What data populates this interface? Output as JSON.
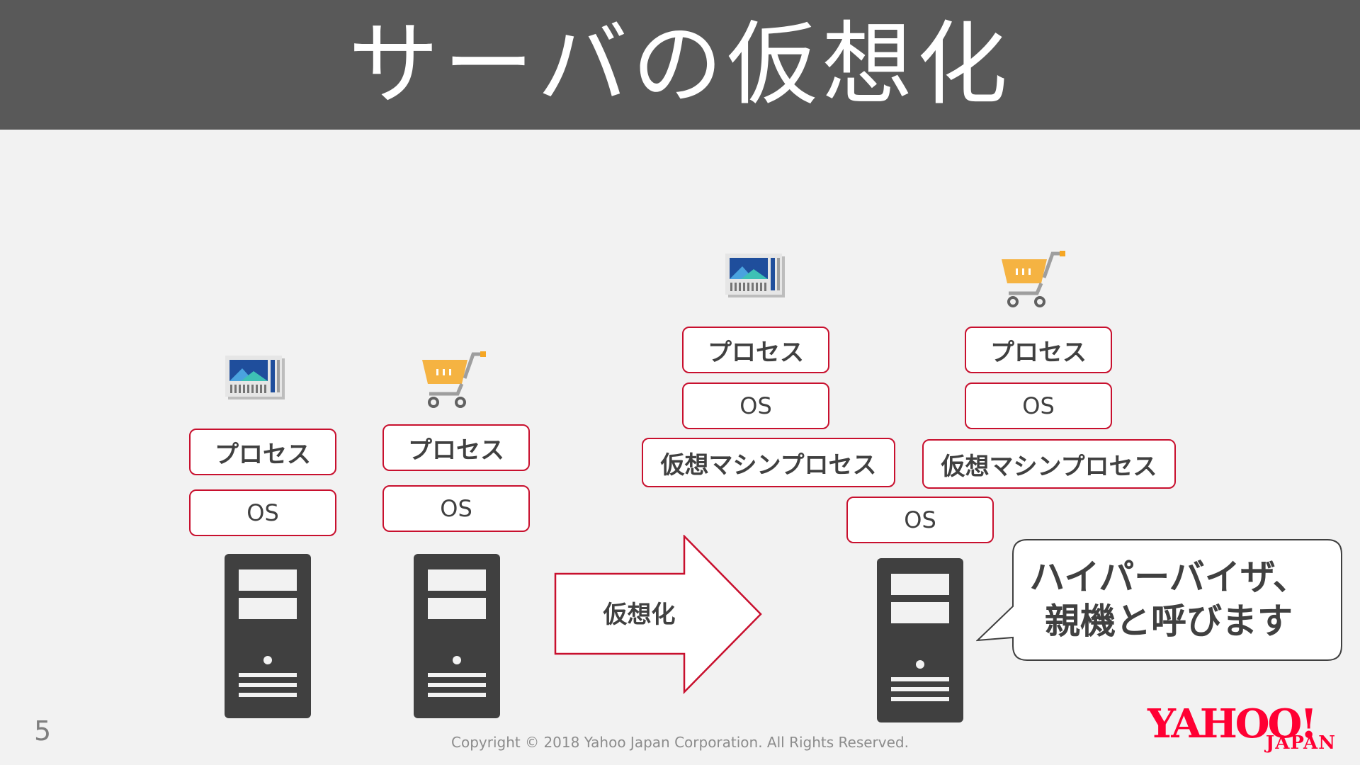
{
  "slide": {
    "title": "サーバの仮想化",
    "page_number": "5",
    "copyright": "Copyright © 2018 Yahoo Japan Corporation. All Rights Reserved."
  },
  "labels": {
    "process": "プロセス",
    "os": "OS",
    "vm_process": "仮想マシンプロセス",
    "virtualize": "仮想化"
  },
  "callout": {
    "line1": "ハイパーバイザ、",
    "line2": "親機と呼びます"
  },
  "logo": {
    "main": "YAHOO!",
    "sub": "JAPAN"
  },
  "icons": [
    "news-icon",
    "shopping-cart-icon",
    "server-icon"
  ],
  "colors": {
    "header_bg": "#595959",
    "background": "#f2f2f2",
    "accent_red": "#c8102e",
    "server_dark": "#404040",
    "logo_red": "#ff0033"
  }
}
